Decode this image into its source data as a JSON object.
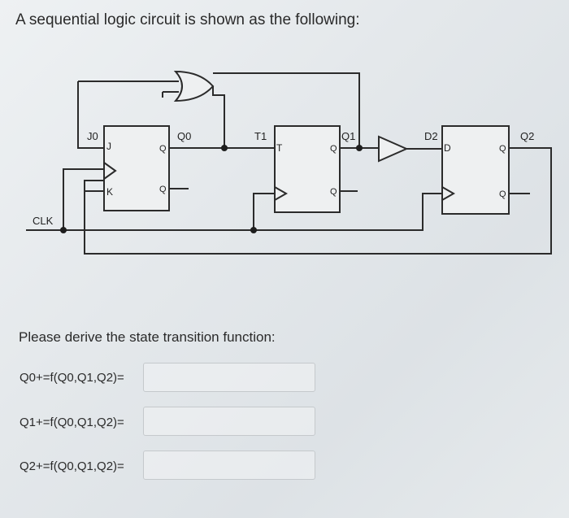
{
  "question": {
    "title": "A sequential logic circuit is shown as the following:",
    "prompt": "Please derive the state transition function:"
  },
  "circuit": {
    "labels": {
      "clk": "CLK",
      "j0": "J0",
      "q0": "Q0",
      "t1": "T1",
      "q1": "Q1",
      "d2": "D2",
      "q2": "Q2"
    },
    "pins": {
      "j": "J",
      "k": "K",
      "t": "T",
      "d": "D",
      "q": "Q",
      "qbar": "Q"
    }
  },
  "answers": [
    {
      "label": "Q0+=f(Q0,Q1,Q2)=",
      "value": ""
    },
    {
      "label": "Q1+=f(Q0,Q1,Q2)=",
      "value": ""
    },
    {
      "label": "Q2+=f(Q0,Q1,Q2)=",
      "value": ""
    }
  ]
}
